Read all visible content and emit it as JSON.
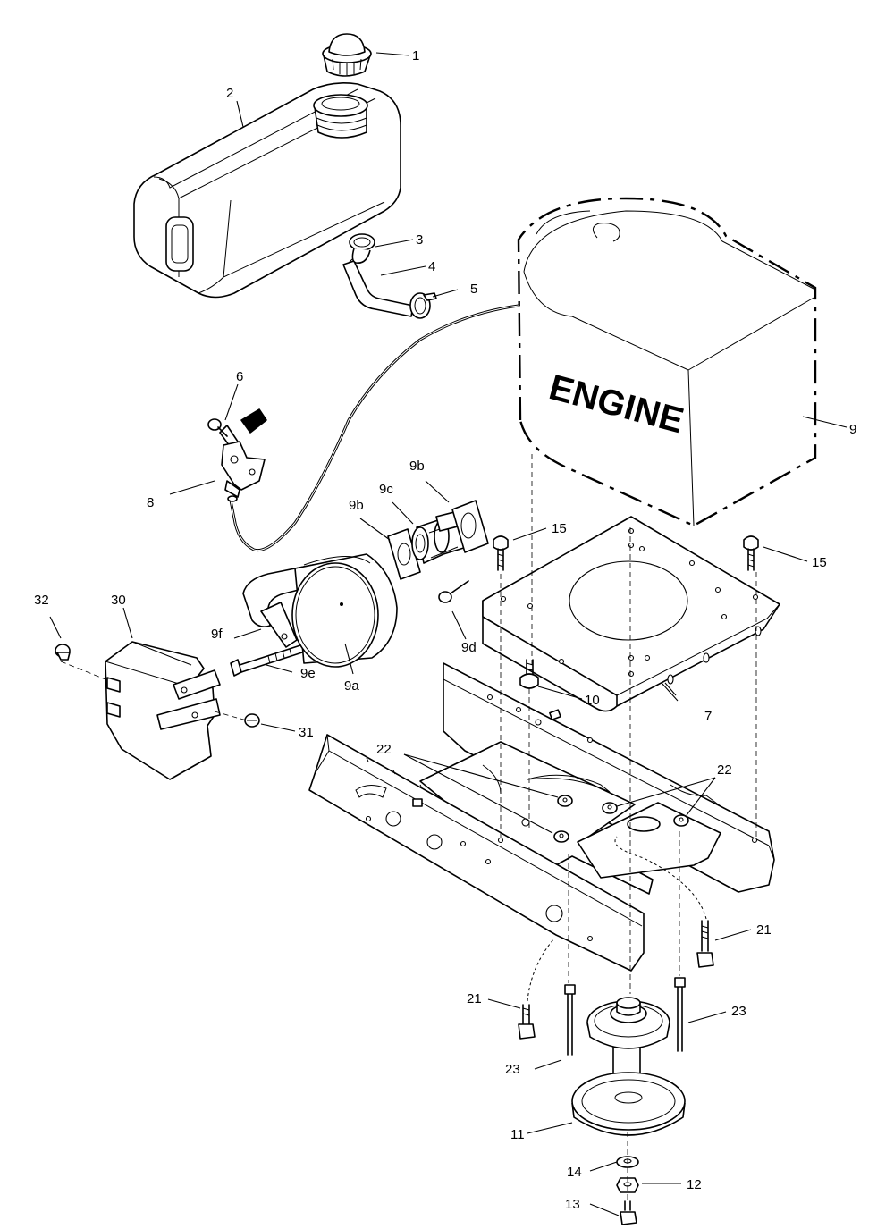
{
  "engine_text": "ENGINE",
  "callouts": [
    {
      "id": "c1",
      "text": "1"
    },
    {
      "id": "c2",
      "text": "2"
    },
    {
      "id": "c3",
      "text": "3"
    },
    {
      "id": "c4",
      "text": "4"
    },
    {
      "id": "c5",
      "text": "5"
    },
    {
      "id": "c6",
      "text": "6"
    },
    {
      "id": "c7",
      "text": "7"
    },
    {
      "id": "c8",
      "text": "8"
    },
    {
      "id": "c9",
      "text": "9"
    },
    {
      "id": "c9a",
      "text": "9a"
    },
    {
      "id": "c9b1",
      "text": "9b"
    },
    {
      "id": "c9b2",
      "text": "9b"
    },
    {
      "id": "c9c",
      "text": "9c"
    },
    {
      "id": "c9d",
      "text": "9d"
    },
    {
      "id": "c9e",
      "text": "9e"
    },
    {
      "id": "c9f",
      "text": "9f"
    },
    {
      "id": "c10",
      "text": "10"
    },
    {
      "id": "c11",
      "text": "11"
    },
    {
      "id": "c12",
      "text": "12"
    },
    {
      "id": "c13",
      "text": "13"
    },
    {
      "id": "c14",
      "text": "14"
    },
    {
      "id": "c15a",
      "text": "15"
    },
    {
      "id": "c15b",
      "text": "15"
    },
    {
      "id": "c21a",
      "text": "21"
    },
    {
      "id": "c21b",
      "text": "21"
    },
    {
      "id": "c22a",
      "text": "22"
    },
    {
      "id": "c22b",
      "text": "22"
    },
    {
      "id": "c23a",
      "text": "23"
    },
    {
      "id": "c23b",
      "text": "23"
    },
    {
      "id": "c30",
      "text": "30"
    },
    {
      "id": "c31",
      "text": "31"
    },
    {
      "id": "c32",
      "text": "32"
    }
  ]
}
